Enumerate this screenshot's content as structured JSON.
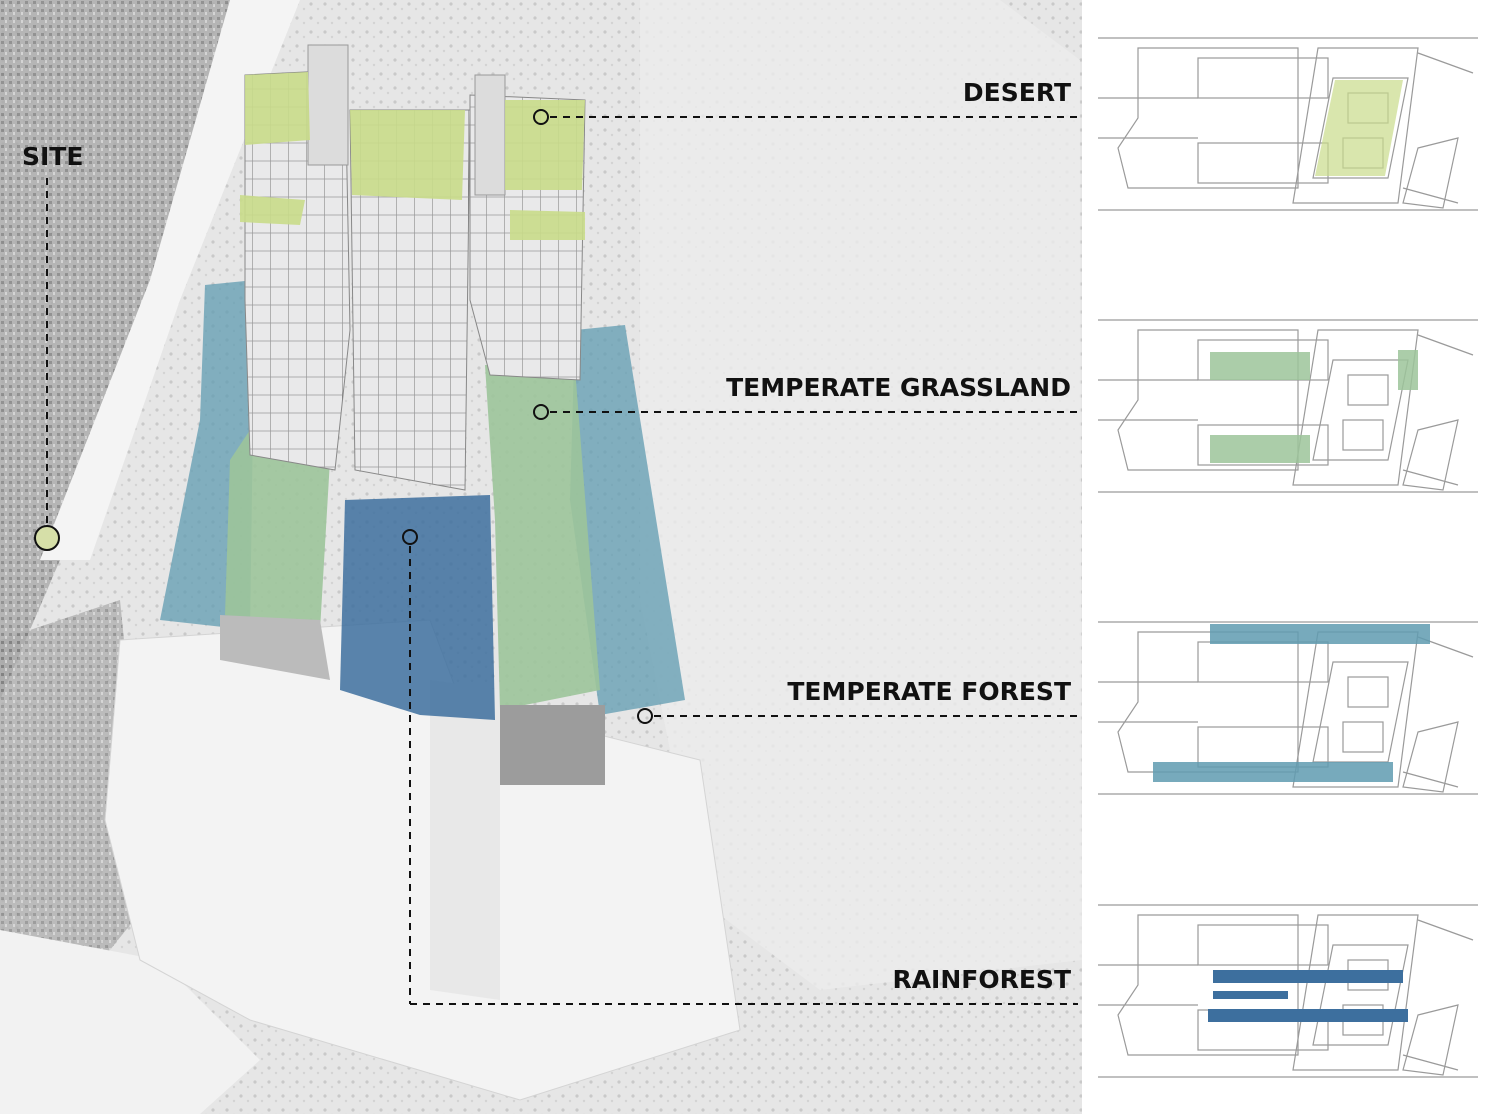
{
  "labels": {
    "site": "SITE",
    "desert": "DESERT",
    "grassland": "TEMPERATE GRASSLAND",
    "forest": "TEMPERATE FOREST",
    "rainforest": "RAINFOREST"
  },
  "colors": {
    "desert": "#c9dc8a",
    "grassland": "#9cc49a",
    "forest": "#5f9bb0",
    "rainforest": "#3d6f9e",
    "site_marker": "#d6dfa8",
    "map": "#e4e4e4"
  }
}
